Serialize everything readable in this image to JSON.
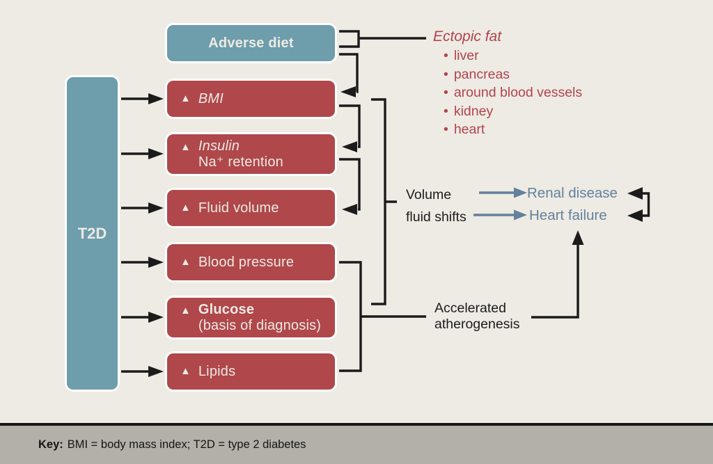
{
  "palette": {
    "bg": "#edebe4",
    "teal": "#6e9dac",
    "red": "#af474b",
    "red-text": "#b2434e",
    "blue-text": "#64809c",
    "ink": "#1b1b1b",
    "box-text": "#eceae2",
    "keybar": "#b2b0a8"
  },
  "t2d": {
    "label": "T2D"
  },
  "adverse_diet": {
    "label": "Adverse diet"
  },
  "increase_icon": "▲",
  "factors": [
    {
      "label": "BMI"
    },
    {
      "label": "Insulin",
      "sub": "Na⁺ retention"
    },
    {
      "label": "Fluid volume"
    },
    {
      "label": "Blood pressure"
    },
    {
      "label": "Glucose",
      "sub": "(basis of diagnosis)"
    },
    {
      "label": "Lipids"
    }
  ],
  "ectopic_fat": {
    "title": "Ectopic fat",
    "bullet": "•",
    "items": [
      "liver",
      "pancreas",
      "around blood vessels",
      "kidney",
      "heart"
    ]
  },
  "volume_shifts": {
    "line1": "Volume",
    "line2": "fluid shifts"
  },
  "outcomes": {
    "renal": "Renal disease",
    "heart": "Heart failure"
  },
  "atherogenesis": {
    "line1": "Accelerated",
    "line2": "atherogenesis"
  },
  "keybar": {
    "label": "Key:",
    "text": "BMI = body mass index; T2D = type 2 diabetes"
  }
}
